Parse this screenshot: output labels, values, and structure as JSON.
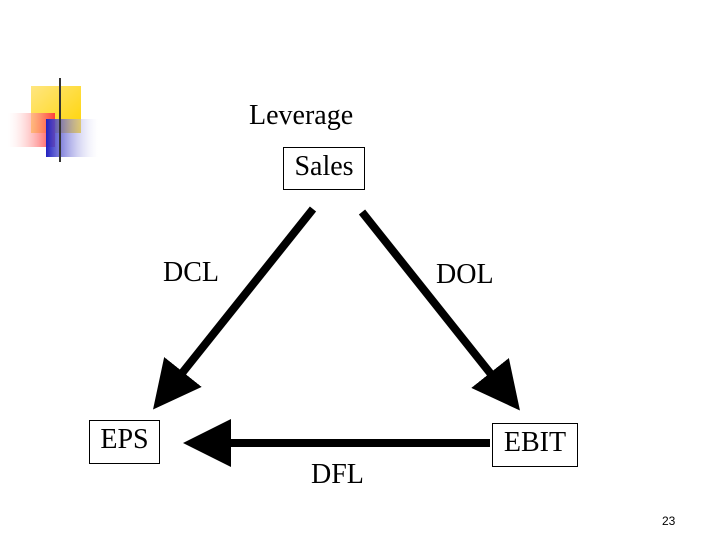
{
  "slide": {
    "title": "Leverage",
    "number": "23"
  },
  "nodes": {
    "sales": "Sales",
    "eps": "EPS",
    "ebit": "EBIT"
  },
  "edges": {
    "dcl": "DCL",
    "dol": "DOL",
    "dfl": "DFL"
  },
  "colors": {
    "deco_yellow": "#FFD700",
    "deco_red": "#FF4040",
    "deco_blue": "#2020C0",
    "rule": "#404040",
    "arrow": "#000000"
  }
}
